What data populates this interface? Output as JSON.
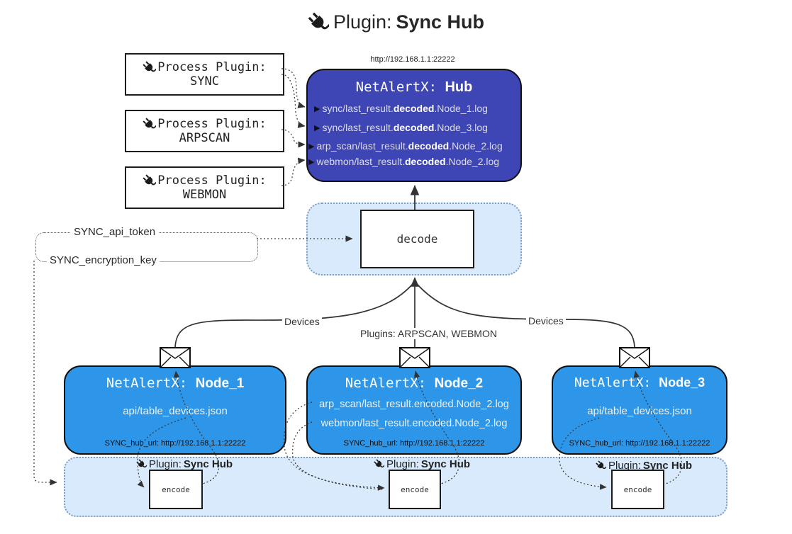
{
  "title": {
    "prefix": "Plugin: ",
    "bold": "Sync Hub"
  },
  "icons": {
    "title": "plug-icon",
    "process_plugin": "plug-icon",
    "node_message": "envelope-icon"
  },
  "process_plugins": [
    {
      "label": "Process Plugin:",
      "name": "SYNC"
    },
    {
      "label": "Process Plugin:",
      "name": "ARPSCAN"
    },
    {
      "label": "Process Plugin:",
      "name": "WEBMON"
    }
  ],
  "hub": {
    "url": "http://192.168.1.1:22222",
    "title_prefix": "NetAlertX: ",
    "title_bold": "Hub",
    "lines": [
      {
        "pre": "sync/last_result.",
        "bold": "decoded",
        "post": ".Node_1.log"
      },
      {
        "pre": "sync/last_result.",
        "bold": "decoded",
        "post": ".Node_3.log"
      },
      {
        "pre": "arp_scan/last_result.",
        "bold": "decoded",
        "post": ".Node_2.log"
      },
      {
        "pre": "webmon/last_result.",
        "bold": "decoded",
        "post": ".Node_2.log"
      }
    ]
  },
  "decode_panel": {
    "box_label": "decode"
  },
  "settings": {
    "api_token": "SYNC_api_token",
    "encryption_key": "SYNC_encryption_key"
  },
  "edge_labels": {
    "devices_left": "Devices",
    "plugins_mid": "Plugins: ARPSCAN, WEBMON",
    "devices_right": "Devices"
  },
  "nodes": [
    {
      "title_prefix": "NetAlertX: ",
      "title_bold": "Node_1",
      "files": [
        "api/table_devices.json"
      ],
      "hub_url": "SYNC_hub_url: http://192.168.1.1:22222"
    },
    {
      "title_prefix": "NetAlertX: ",
      "title_bold": "Node_2",
      "files": [
        "arp_scan/last_result.encoded.Node_2.log",
        "webmon/last_result.encoded.Node_2.log"
      ],
      "hub_url": "SYNC_hub_url: http://192.168.1.1:22222"
    },
    {
      "title_prefix": "NetAlertX: ",
      "title_bold": "Node_3",
      "files": [
        "api/table_devices.json"
      ],
      "hub_url": "SYNC_hub_url: http://192.168.1.1:22222"
    }
  ],
  "encode_sections": [
    {
      "label_prefix": "Plugin: ",
      "label_bold": "Sync Hub",
      "box_label": "encode"
    },
    {
      "label_prefix": "Plugin: ",
      "label_bold": "Sync Hub",
      "box_label": "encode"
    },
    {
      "label_prefix": "Plugin: ",
      "label_bold": "Sync Hub",
      "box_label": "encode"
    }
  ],
  "colors": {
    "hub_fill": "#3e45b4",
    "node_fill": "#2e96e9",
    "panel_fill": "#d8eafc",
    "panel_border": "#7e9cc0",
    "wire": "#333333"
  }
}
